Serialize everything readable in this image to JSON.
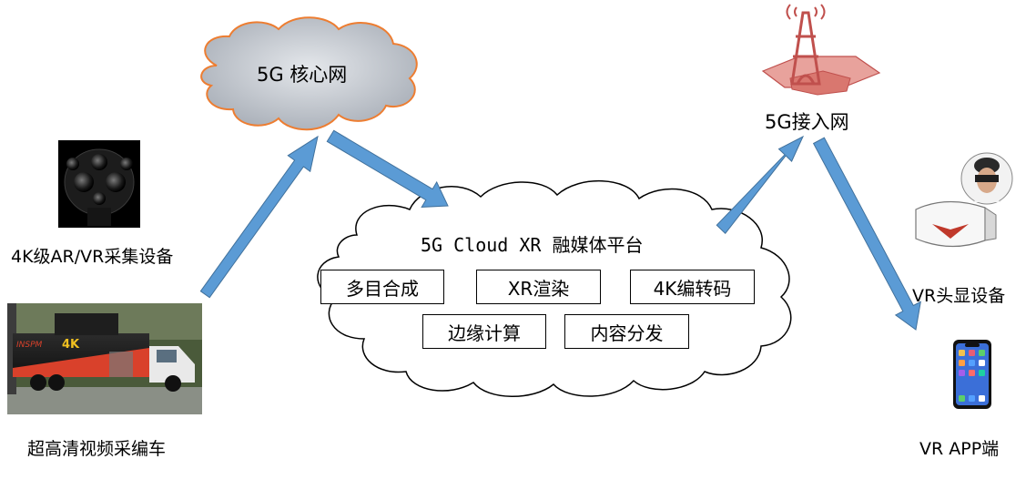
{
  "core_network": {
    "label": "5G 核心网"
  },
  "access_network": {
    "label": "5G接入网"
  },
  "platform": {
    "title": "5G Cloud XR 融媒体平台",
    "modules": [
      "多目合成",
      "XR渲染",
      "4K编转码",
      "边缘计算",
      "内容分发"
    ]
  },
  "devices": {
    "capture": {
      "label": "4K级AR/VR采集设备",
      "icon": "360-camera-icon"
    },
    "truck": {
      "label": "超高清视频采编车",
      "icon": "broadcast-truck-image"
    },
    "headset": {
      "label": "VR头显设备",
      "icon": "vr-headset-icon"
    },
    "phone": {
      "label": "VR APP端",
      "icon": "smartphone-icon"
    },
    "tower": {
      "icon": "cell-tower-icon"
    }
  },
  "truck_sign": {
    "brand": "INSPM",
    "badge": "4K"
  },
  "colors": {
    "arrow": "#5b9bd5",
    "arrow_edge": "#41719c",
    "core_cloud": "#c3c8cf",
    "core_cloud_edge": "#ed7d31",
    "tower": "#c0504d"
  }
}
